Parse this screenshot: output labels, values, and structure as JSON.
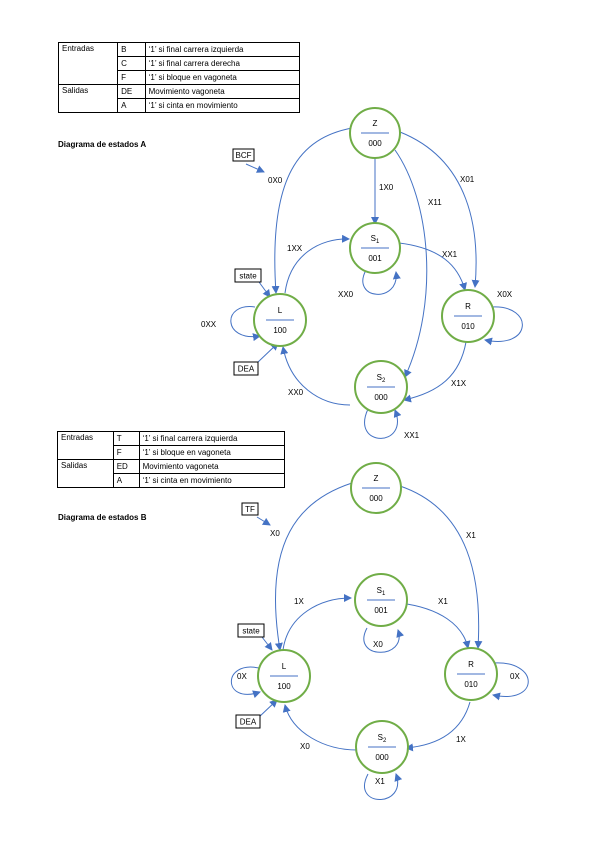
{
  "tableA": {
    "rows": [
      {
        "group": "Entradas",
        "code": "B",
        "desc": "‘1’ si final carrera izquierda"
      },
      {
        "group": "",
        "code": "C",
        "desc": "‘1’ si final carrera derecha"
      },
      {
        "group": "",
        "code": "F",
        "desc": "‘1’ si bloque en vagoneta"
      },
      {
        "group": "Salidas",
        "code": "DE",
        "desc": "Movimiento vagoneta"
      },
      {
        "group": "",
        "code": "A",
        "desc": "‘1’ si cinta en movimiento"
      }
    ]
  },
  "diagramA": {
    "title": "Diagrama de estados A",
    "input_box": "BCF",
    "state_box": "state",
    "output_box": "DEA",
    "states": {
      "Z": {
        "name": "Z",
        "out": "000"
      },
      "S1": {
        "name": "S",
        "sub": "1",
        "out": "001"
      },
      "L": {
        "name": "L",
        "out": "100"
      },
      "R": {
        "name": "R",
        "out": "010"
      },
      "S2": {
        "name": "S",
        "sub": "2",
        "out": "000"
      }
    },
    "transitions": {
      "z_l": "0X0",
      "z_s1": "1X0",
      "z_s2": "X11",
      "z_r": "X01",
      "l_s1": "1XX",
      "l_self": "0XX",
      "s1_self": "XX0",
      "s1_r": "XX1",
      "r_self": "X0X",
      "r_s2": "X1X",
      "s2_l": "XX0",
      "s2_self": "XX1"
    }
  },
  "tableB": {
    "rows": [
      {
        "group": "Entradas",
        "code": "T",
        "desc": "‘1’ si final carrera izquierda"
      },
      {
        "group": "",
        "code": "F",
        "desc": "‘1’ si bloque en vagoneta"
      },
      {
        "group": "Salidas",
        "code": "ED",
        "desc": "Movimiento vagoneta"
      },
      {
        "group": "",
        "code": "A",
        "desc": "‘1’ si cinta en movimiento"
      }
    ]
  },
  "diagramB": {
    "title": "Diagrama de estados B",
    "input_box": "TF",
    "state_box": "state",
    "output_box": "DEA",
    "states": {
      "Z": {
        "name": "Z",
        "out": "000"
      },
      "S1": {
        "name": "S",
        "sub": "1",
        "out": "001"
      },
      "L": {
        "name": "L",
        "out": "100"
      },
      "R": {
        "name": "R",
        "out": "010"
      },
      "S2": {
        "name": "S",
        "sub": "2",
        "out": "000"
      }
    },
    "transitions": {
      "z_l": "X0",
      "z_r": "X1",
      "l_s1": "1X",
      "s1_r": "X1",
      "l_self": "0X",
      "s1_self": "X0",
      "r_self": "0X",
      "r_s2": "1X",
      "s2_l": "X0",
      "s2_self": "X1"
    }
  }
}
